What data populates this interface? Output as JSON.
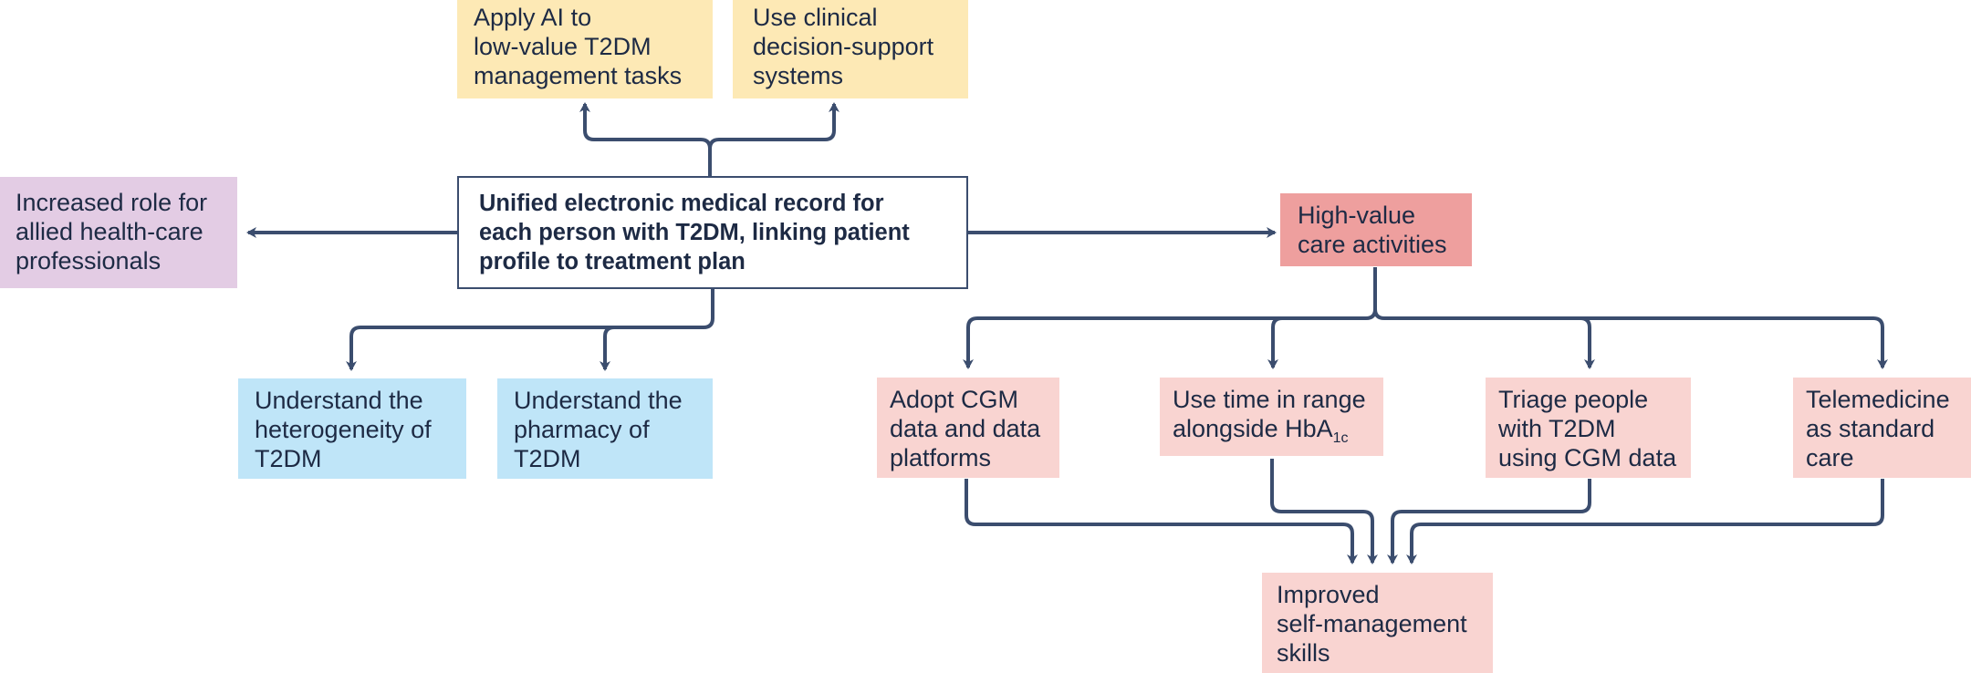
{
  "colors": {
    "line": "#3b4d6e",
    "yellow": "#fde9b5",
    "purple": "#e3cce4",
    "blue": "#bfe5f8",
    "pink": "#f9d4d1",
    "red": "#ee9f9e"
  },
  "nodes": {
    "ai": "Apply AI to\nlow-value T2DM\nmanagement tasks",
    "cdss": "Use clinical\ndecision-support\nsystems",
    "allied": "Increased role for\nallied health-care\nprofessionals",
    "emr": "Unified electronic medical record for\neach person with T2DM, linking patient\nprofile to treatment plan",
    "high_value": "High-value\ncare activities",
    "heterogeneity": "Understand the\nheterogeneity of\nT2DM",
    "pharmacy": "Understand the\npharmacy of\nT2DM",
    "cgm": "Adopt CGM\ndata and data\nplatforms",
    "tir": {
      "line1": "Use time in range",
      "line2": "alongside HbA",
      "sub": "1c"
    },
    "triage": "Triage people\nwith T2DM\nusing CGM data",
    "telemedicine": "Telemedicine\nas standard\ncare",
    "self_management": "Improved\nself-management\nskills"
  }
}
